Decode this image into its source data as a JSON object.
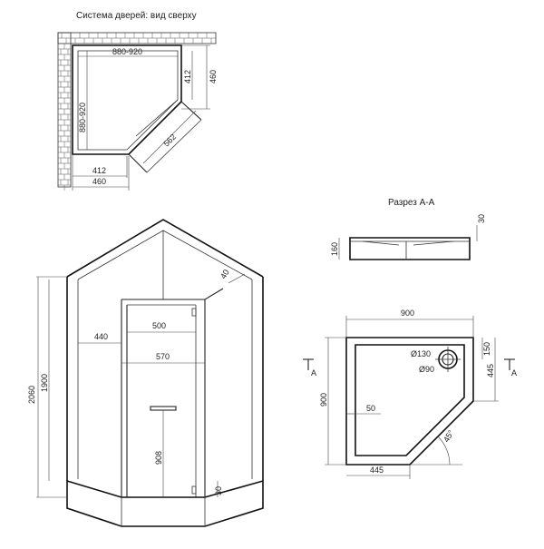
{
  "titles": {
    "top_view": "Система дверей: вид сверху",
    "section": "Разрез А-А"
  },
  "top_view_dims": {
    "width_top": "880-920",
    "height_left": "880-920",
    "right_412": "412",
    "right_460": "460",
    "diag_562": "562",
    "bottom_412": "412",
    "bottom_460": "460"
  },
  "section_dims": {
    "d30": "30",
    "d160": "160"
  },
  "front_view_dims": {
    "d40": "40",
    "d500": "500",
    "d440": "440",
    "d570": "570",
    "d2060": "2060",
    "d1900": "1900",
    "d908": "908",
    "d30": "30"
  },
  "tray_dims": {
    "d900_top": "900",
    "d900_left": "900",
    "d150": "150",
    "d445_right": "445",
    "d445_bottom": "445",
    "d50": "50",
    "drain_outer": "Ø130",
    "drain_inner": "Ø90",
    "angle": "45°",
    "section_mark_left": "A",
    "section_mark_right": "A"
  }
}
